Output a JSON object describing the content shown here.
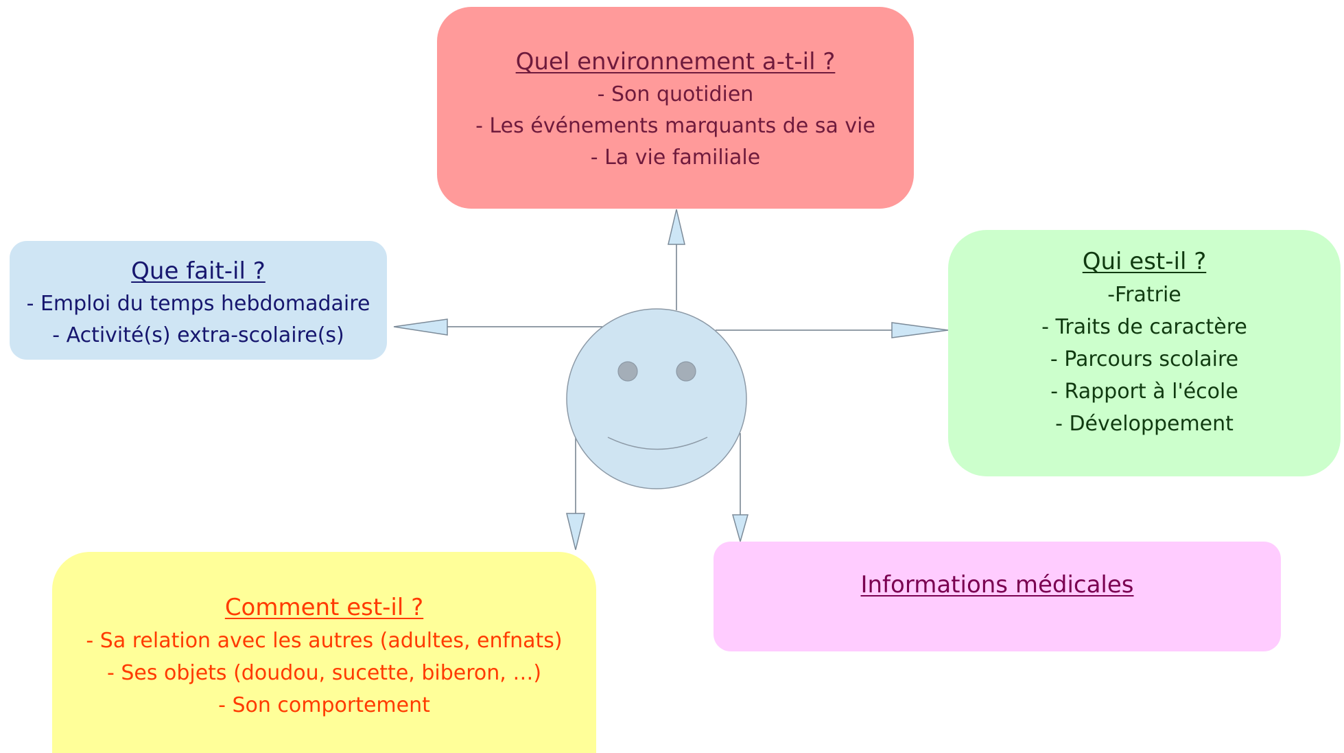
{
  "nodes": {
    "environment": {
      "title": "Quel environnement a-t-il ?",
      "items": [
        "- Son quotidien",
        "- Les événements marquants de sa vie",
        "- La vie familiale"
      ],
      "colors": {
        "fill": "#ff9a9a",
        "text": "#6e1a3c"
      }
    },
    "activities": {
      "title": "Que fait-il ?",
      "items": [
        "- Emploi du temps hebdomadaire",
        "- Activité(s) extra-scolaire(s)"
      ],
      "colors": {
        "fill": "#cfe5f4",
        "text": "#16166e"
      }
    },
    "identity": {
      "title": "Qui est-il ?",
      "items": [
        "-Fratrie",
        "- Traits de caractère",
        "- Parcours scolaire",
        "- Rapport à l'école",
        "- Développement"
      ],
      "colors": {
        "fill": "#ccffcc",
        "text": "#103a10"
      }
    },
    "behaviour": {
      "title": "Comment est-il ?",
      "items": [
        "- Sa relation avec les autres (adultes, enfnats)",
        "- Ses objets (doudou, sucette, biberon, …)",
        "- Son comportement"
      ],
      "colors": {
        "fill": "#ffff99",
        "text": "#ff3a00"
      }
    },
    "medical": {
      "title": "Informations médicales",
      "colors": {
        "fill": "#ffccff",
        "text": "#7a0050"
      }
    }
  },
  "center": {
    "icon": "smiley-face-icon",
    "colors": {
      "face": "#cfe4f2",
      "outline": "#8c99a6",
      "eyes": "#a4aeb8"
    }
  },
  "arrows": {
    "colors": {
      "line": "#6f7d8a",
      "head_fill": "#cde6f6",
      "head_stroke": "#7b8a98"
    }
  }
}
